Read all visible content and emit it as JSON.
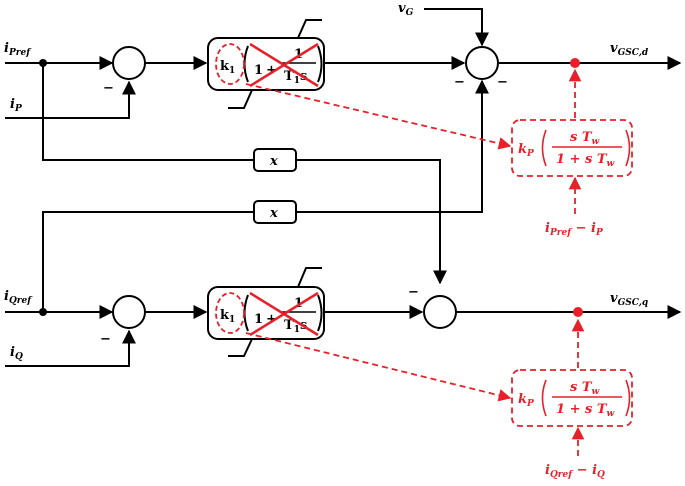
{
  "signals": {
    "i_pref": {
      "base": "i",
      "sub": "Pref"
    },
    "i_p": {
      "base": "i",
      "sub": "P"
    },
    "v_g": {
      "base": "v",
      "sub": "G"
    },
    "v_gsc_d": {
      "base": "v",
      "sub": "GSC,d"
    },
    "i_qref": {
      "base": "i",
      "sub": "Qref"
    },
    "i_q": {
      "base": "i",
      "sub": "Q"
    },
    "v_gsc_q": {
      "base": "v",
      "sub": "GSC,q"
    }
  },
  "blocks": {
    "pi_gain": {
      "base": "k",
      "sub": "1"
    },
    "pi_one": "1",
    "pi_plus": "+",
    "pi_num": "1",
    "pi_den": {
      "base": "T",
      "sub": "1",
      "s": "s"
    },
    "coupling": "x",
    "hp_gain": {
      "base": "k",
      "sub": "P"
    },
    "hp_num": "s T",
    "hp_num_sub": "w",
    "hp_den": "1 + s T",
    "hp_den_sub": "w"
  },
  "error_labels": {
    "d": {
      "a": "i",
      "a_sub": "Pref",
      "op": " − ",
      "b": "i",
      "b_sub": "P"
    },
    "q": {
      "a": "i",
      "a_sub": "Qref",
      "op": " − ",
      "b": "i",
      "b_sub": "Q"
    }
  },
  "signs": {
    "minus": "−"
  },
  "colors": {
    "line": "#000000",
    "highlight": "#e8202a"
  }
}
